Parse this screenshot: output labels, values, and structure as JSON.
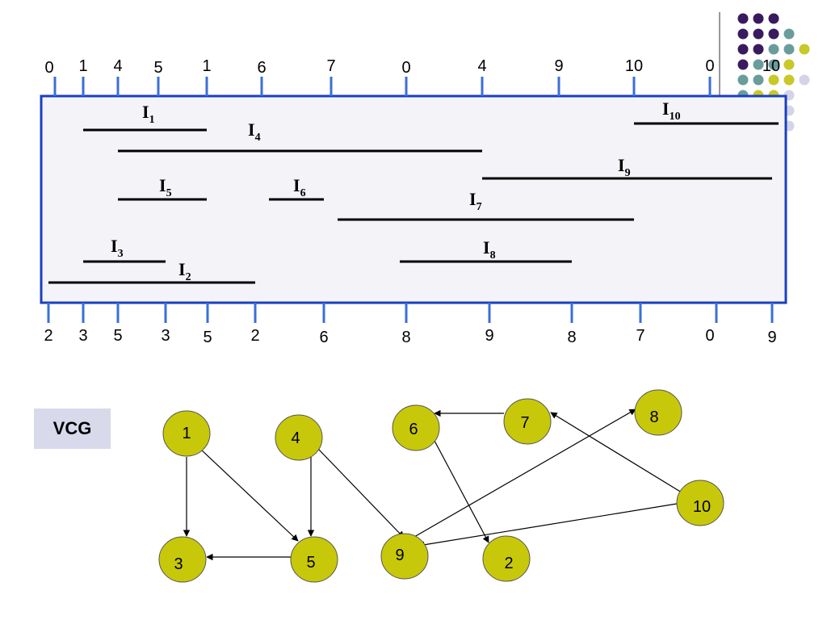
{
  "top_pins": [
    "0",
    "1",
    "4",
    "5",
    "1",
    "6",
    "7",
    "0",
    "4",
    "9",
    "10",
    "0",
    "10"
  ],
  "bottom_pins": [
    "2",
    "3",
    "5",
    "3",
    "5",
    "2",
    "6",
    "8",
    "9",
    "8",
    "7",
    "0",
    "9"
  ],
  "nets": [
    {
      "letter": "I",
      "sub": "1"
    },
    {
      "letter": "I",
      "sub": "4"
    },
    {
      "letter": "I",
      "sub": "10"
    },
    {
      "letter": "I",
      "sub": "9"
    },
    {
      "letter": "I",
      "sub": "5"
    },
    {
      "letter": "I",
      "sub": "6"
    },
    {
      "letter": "I",
      "sub": "7"
    },
    {
      "letter": "I",
      "sub": "3"
    },
    {
      "letter": "I",
      "sub": "8"
    },
    {
      "letter": "I",
      "sub": "2"
    }
  ],
  "vcg_label": "VCG",
  "nodes": [
    "1",
    "3",
    "5",
    "4",
    "9",
    "6",
    "2",
    "7",
    "8",
    "10"
  ],
  "colors": {
    "channel_border": "#1a3fbf",
    "channel_fill": "#f3f3f8",
    "pin_blue": "#3a6fd8",
    "node_fill": "#c8c80a",
    "dot_purple": "#3a1a5e",
    "dot_teal": "#6a9c9c",
    "dot_yellow": "#c8c828",
    "dot_lavender": "#d4d4e8"
  }
}
